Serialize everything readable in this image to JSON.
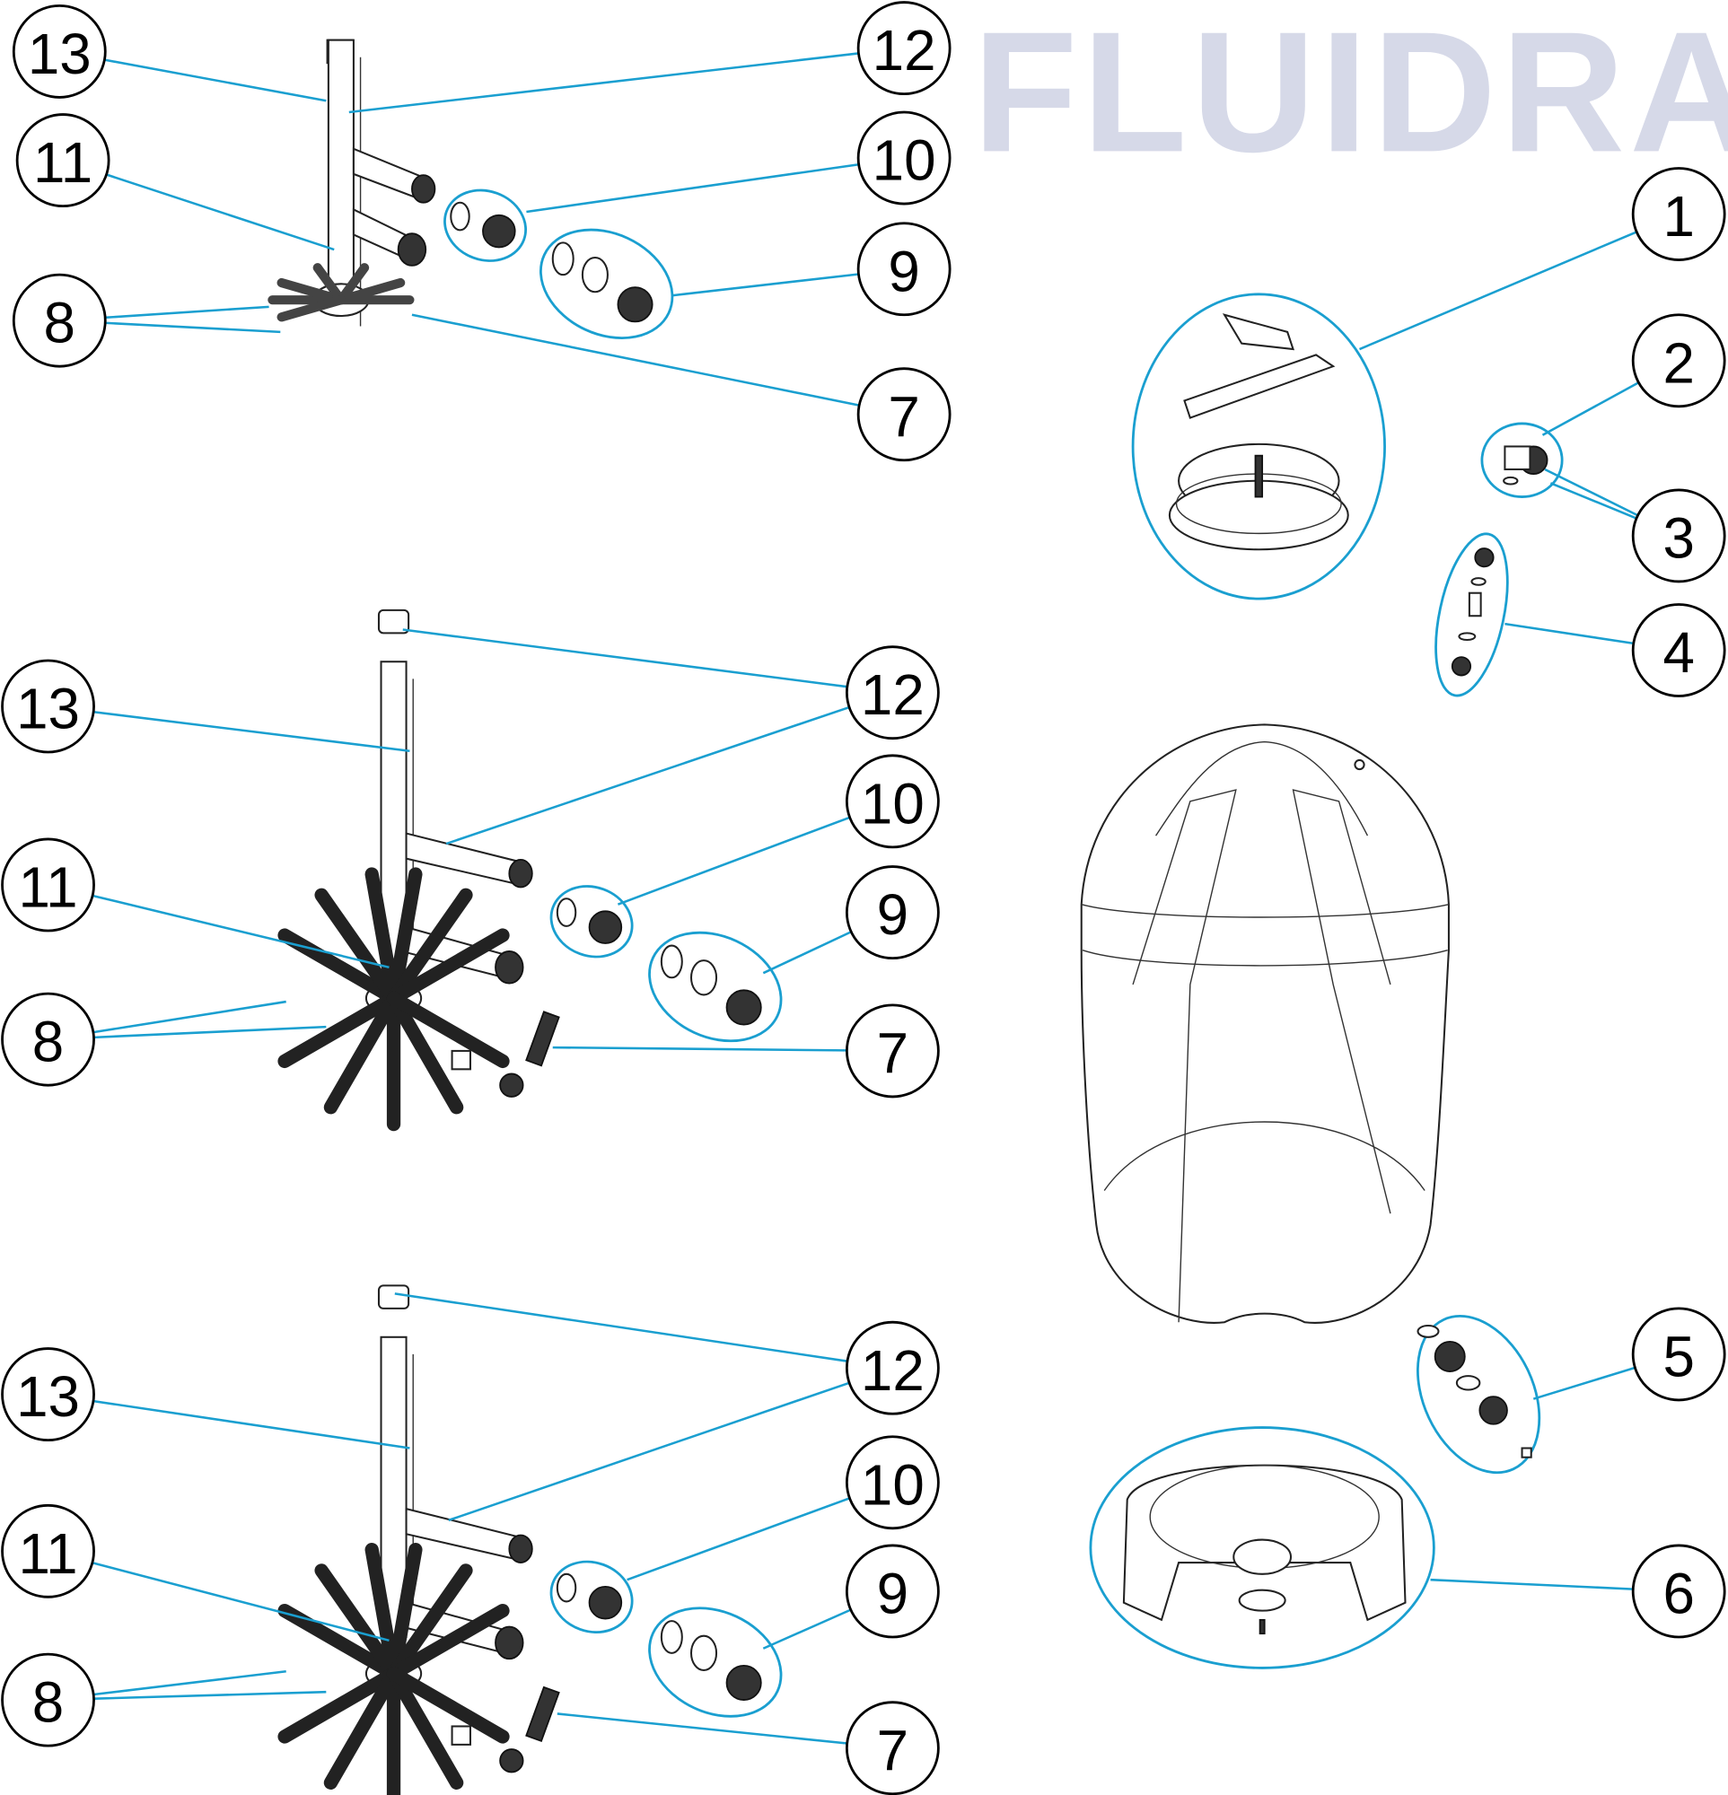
{
  "watermark": "FLUIDRA",
  "colors": {
    "leader": "#1a9fd0",
    "watermark": "#d6d9e8",
    "outline": "#222222"
  },
  "callouts": {
    "tank_parts": [
      "1",
      "2",
      "3",
      "4",
      "5",
      "6"
    ],
    "assembly_top": [
      "13",
      "12",
      "11",
      "10",
      "9",
      "8",
      "7"
    ],
    "assembly_middle": [
      "13",
      "12",
      "11",
      "10",
      "9",
      "8",
      "7"
    ],
    "assembly_bottom": [
      "13",
      "12",
      "11",
      "10",
      "9",
      "8",
      "7"
    ]
  }
}
